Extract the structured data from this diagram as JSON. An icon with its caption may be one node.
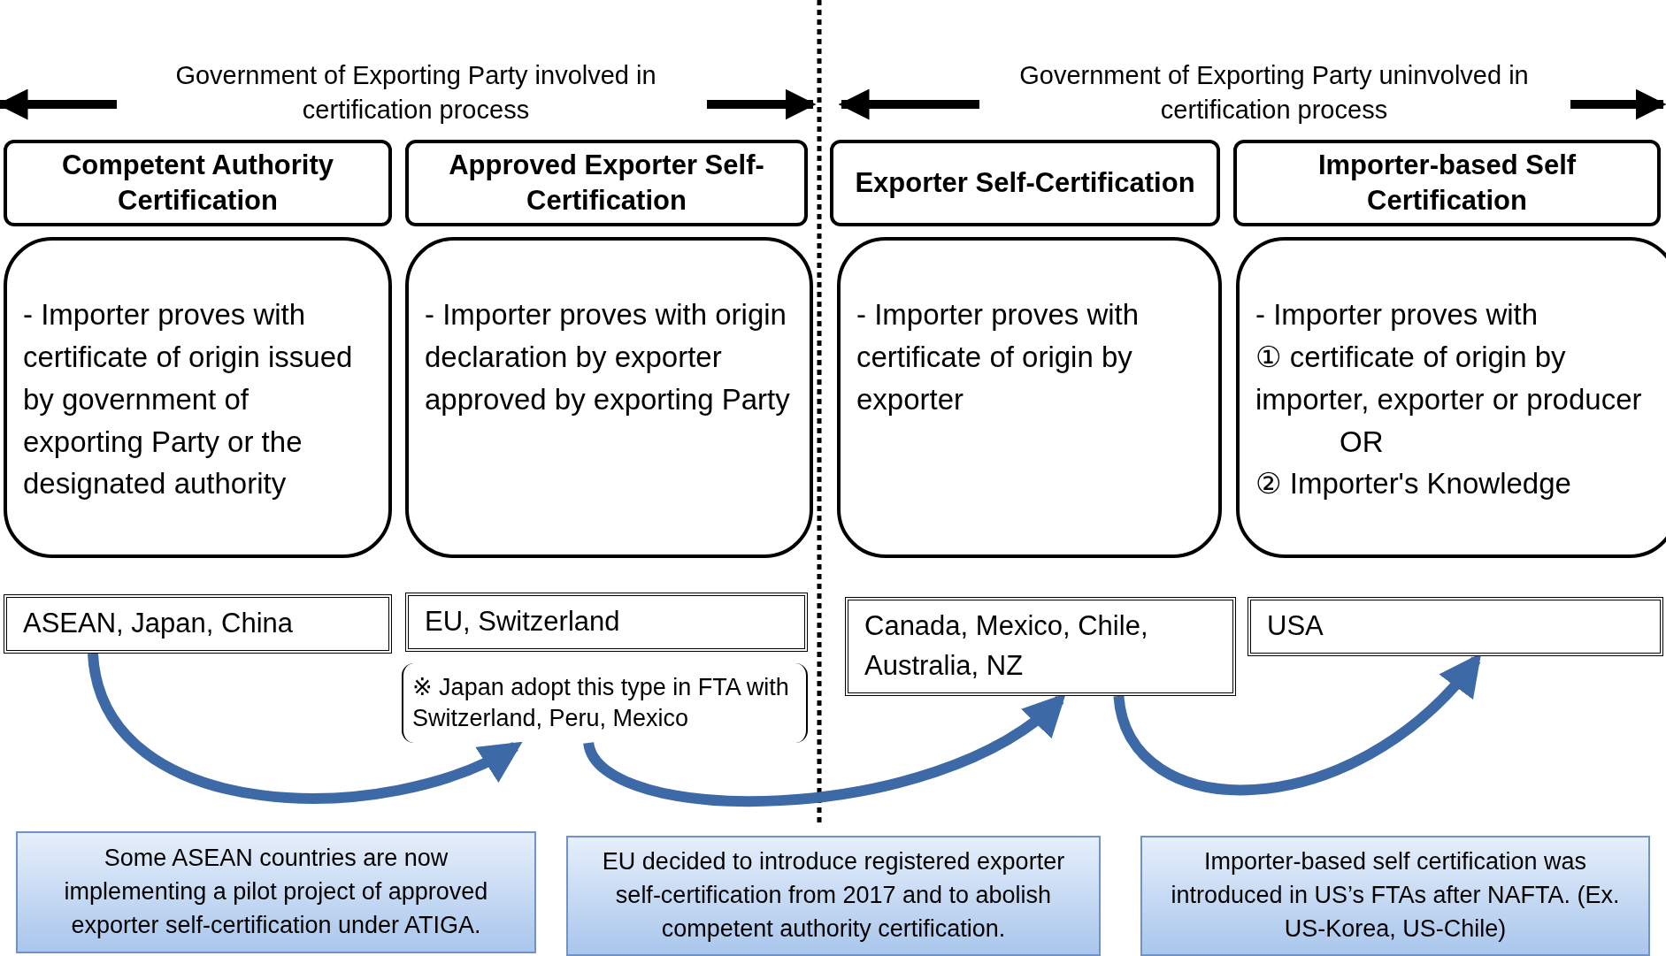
{
  "diagram": {
    "nodes": [
      {
        "text": [
          "Competent Authority Certification"
        ]
      },
      {
        "text": [
          "Approved Exporter Self-Certification"
        ]
      },
      {
        "text": [
          "Exporter Self-Certification"
        ]
      },
      {
        "text": [
          "Importer-based Self Certification"
        ]
      },
      {
        "text": [
          "- Importer proves with certificate of origin issued by government of exporting Party or the designated authority"
        ]
      },
      {
        "text": [
          "- Importer proves with origin declaration by exporter approved by exporting Party"
        ]
      },
      {
        "text": [
          "- Importer proves with certificate of origin by exporter"
        ]
      },
      {
        "text": [
          "- Importer proves with",
          "① certificate of origin by importer, exporter or producer",
          "OR",
          "② Importer's Knowledge"
        ]
      },
      {
        "text": [
          "ASEAN, Japan, China"
        ]
      },
      {
        "text": [
          "EU, Switzerland"
        ]
      },
      {
        "text": [
          "Canada, Mexico, Chile, Australia, NZ"
        ]
      },
      {
        "text": [
          "USA"
        ]
      },
      {
        "text": [
          "※ Japan adopt this type in FTA with Switzerland, Peru, Mexico"
        ]
      },
      {
        "text": [
          "Some ASEAN countries are now implementing a pilot project of approved exporter self-certification under ATIGA."
        ]
      },
      {
        "text": [
          "EU decided to introduce registered exporter self-certification from 2017 and to abolish competent authority certification."
        ]
      },
      {
        "text": [
          "Importer-based self certification was introduced in US’s  FTAs after NAFTA. (Ex. US-Korea, US-Chile)"
        ]
      }
    ],
    "edges": [
      {
        "from": 8,
        "to": 12,
        "arrow": "to"
      },
      {
        "from": 12,
        "to": 10,
        "arrow": "to"
      },
      {
        "from": 10,
        "to": 11,
        "arrow": "to"
      }
    ],
    "labels": [
      "Government of Exporting Party involved in certification process",
      "Government of Exporting Party uninvolved in certification process"
    ]
  }
}
